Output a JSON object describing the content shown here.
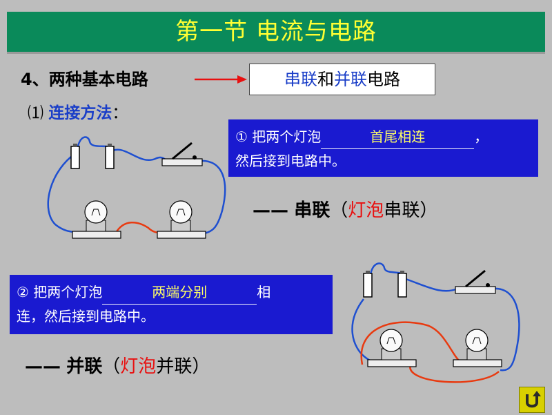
{
  "title": "第一节 电流与电路",
  "heading": "4、两种基本电路",
  "box_label": {
    "p1": "串联",
    "p2": "和",
    "p3": "并联",
    "p4": "电路"
  },
  "subheading": {
    "num": "⑴",
    "label": "连接方法",
    "colon": "："
  },
  "series": {
    "prefix": "① 把两个灯泡",
    "blank": "首尾相连",
    "suffix": "，",
    "line2": "然后接到电路中。",
    "dash": "——",
    "label": "串联",
    "paren_open": "（",
    "red": "灯泡",
    "rest": "串联）"
  },
  "parallel": {
    "prefix": "② 把两个灯泡",
    "blank": "两端分别",
    "suffix": "相",
    "line2": "连，然后接到电路中。",
    "dash": "——",
    "label": "并联",
    "paren_open": "（",
    "red": "灯泡",
    "rest": "并联）"
  },
  "colors": {
    "title_bg": "#0a8a5a",
    "title_text": "#ffff33",
    "box_bg": "#1a1ad0",
    "wire_blue": "#1e4fd0",
    "wire_red": "#e83a10"
  },
  "icons": {
    "return": "return-arrow-icon"
  }
}
